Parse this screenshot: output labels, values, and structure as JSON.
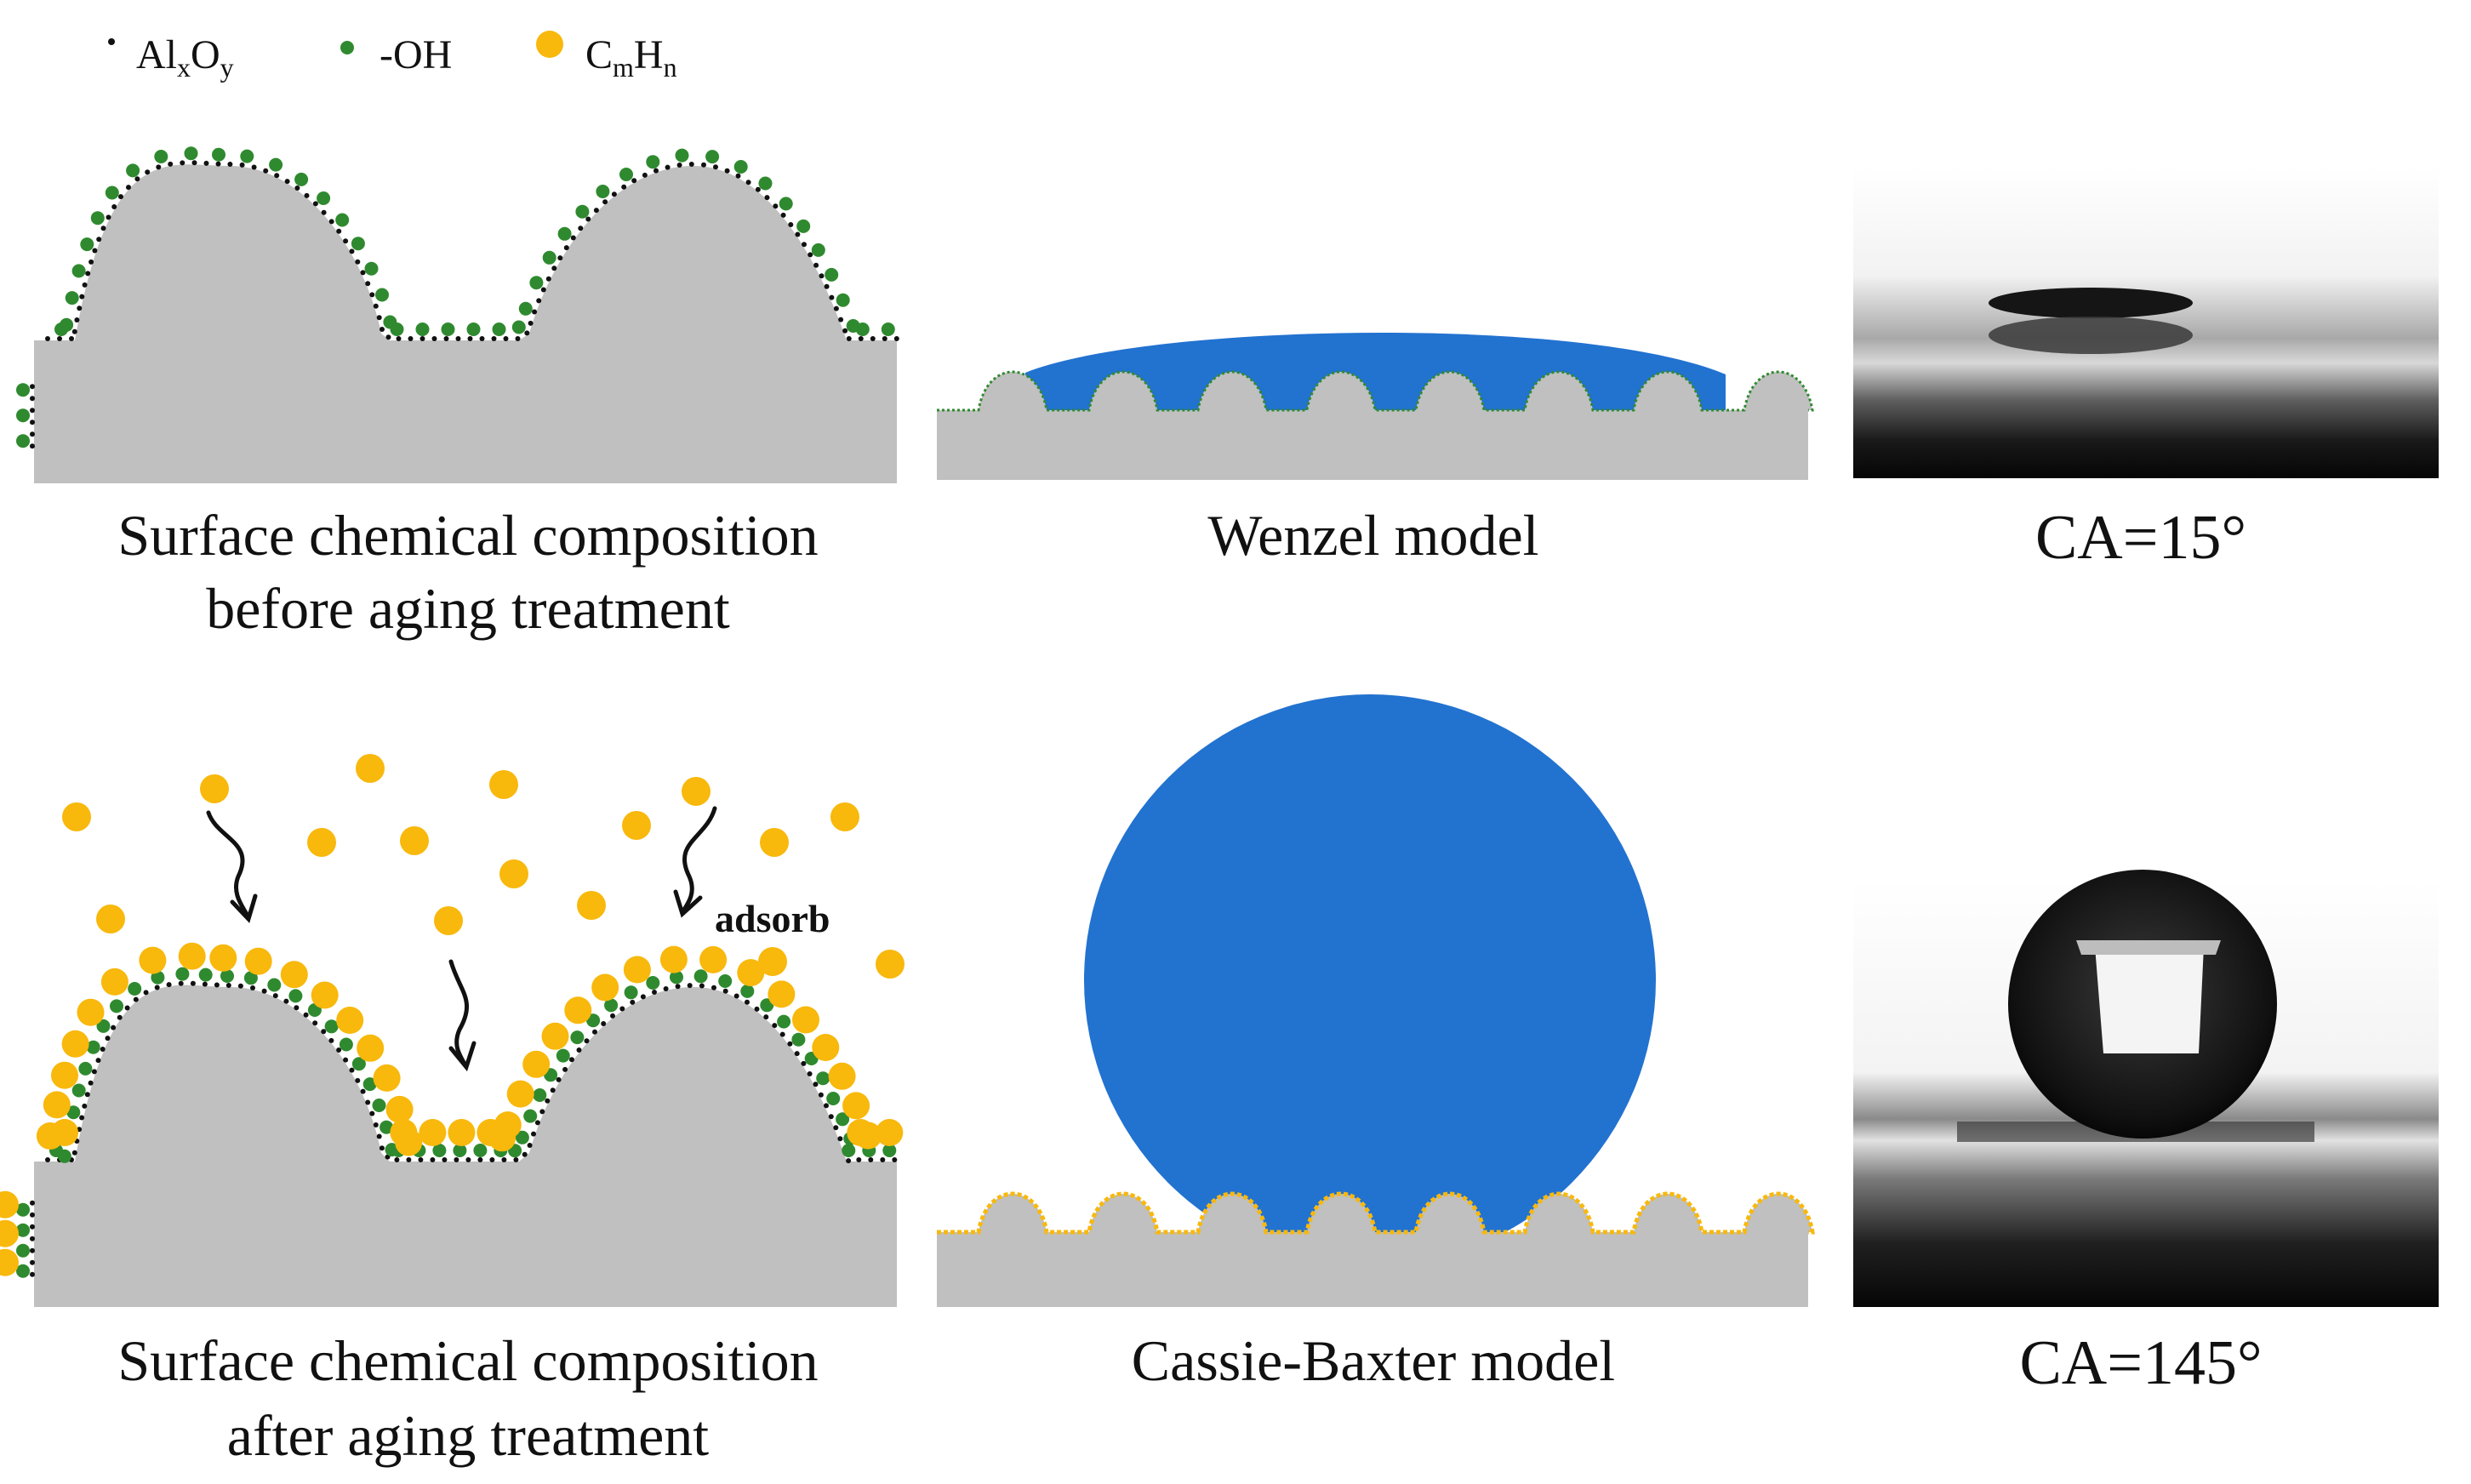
{
  "legend": {
    "oxide_base": "Al",
    "oxide_sub1": "x",
    "oxide_mid": "O",
    "oxide_sub2": "y",
    "hydroxyl": "-OH",
    "hc_base1": "C",
    "hc_sub1": "m",
    "hc_mid": "H",
    "hc_sub2": "n"
  },
  "colors": {
    "substrate": "#c0c0c0",
    "water": "#2272d0",
    "hydroxyl": "#2f8a2f",
    "hydrocarbon": "#f8b80c",
    "oxide": "#111111"
  },
  "captions": {
    "before_line1": "Surface chemical composition",
    "before_line2": "before aging treatment",
    "after_line1": "Surface chemical composition",
    "after_line2": "after aging treatment",
    "wenzel": "Wenzel model",
    "cassie": "Cassie-Baxter model",
    "ca_before": "CA=15°",
    "ca_after": "CA=145°"
  },
  "annotations": {
    "adsorb": "adsorb"
  }
}
